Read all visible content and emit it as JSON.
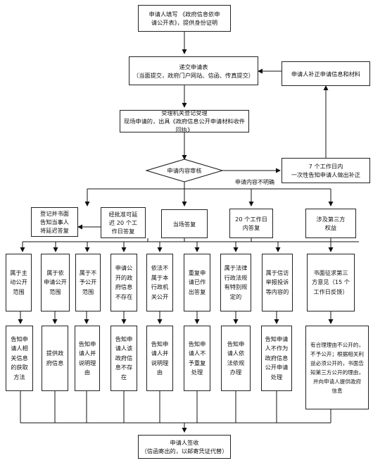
{
  "start": {
    "l1": "申请人填写 《政府信息依申",
    "l2": "请公开表》，提供身份证明"
  },
  "submit": {
    "l1": "递交申请表",
    "l2": "（当面提交，政府门户网站、信函、传真提交）"
  },
  "supplement": {
    "text": "申请人补正申请信息和材料"
  },
  "register": {
    "l1": "受理机关登记受理",
    "l2": "现场申请的，出具《政府信息公开申请材料收件回执》"
  },
  "review": {
    "text": "申请内容审核"
  },
  "seven_days": {
    "l1": "7 个工作日内",
    "l2": "一次性告知申请人做出补正"
  },
  "unclear_label": "申请内容不明确",
  "branches": {
    "notify": {
      "l1": "登记并书面",
      "l2": "告知当事人",
      "l3": "将延迟答复"
    },
    "extend": {
      "l1": "经批准可延",
      "l2": "迟 20 个工",
      "l3": "作日答复"
    },
    "spot": {
      "text": "当场答复"
    },
    "twenty": {
      "l1": "20 个工作日",
      "l2": "内答复"
    },
    "third": {
      "l1": "涉及第三方",
      "l2": "权益"
    }
  },
  "categories": [
    {
      "lines": [
        "属于主",
        "动公开",
        "范围"
      ]
    },
    {
      "lines": [
        "属于依",
        "申请公开",
        "范围"
      ]
    },
    {
      "lines": [
        "属于不",
        "予公开",
        "范围"
      ]
    },
    {
      "lines": [
        "申请公",
        "开的政",
        "府信息",
        "不存在"
      ]
    },
    {
      "lines": [
        "依法不",
        "属于本",
        "行政机",
        "关公开"
      ]
    },
    {
      "lines": [
        "重复申",
        "请已作",
        "出答复"
      ]
    },
    {
      "lines": [
        "属于法律",
        "行政法规",
        "有特别规",
        "定的"
      ]
    },
    {
      "lines": [
        "属于信访",
        "举报投诉",
        "等内容的"
      ]
    },
    {
      "lines": [
        "书面征求第三",
        "方意见（15 个",
        "工作日反馈）"
      ]
    }
  ],
  "responses": [
    {
      "lines": [
        "告知申",
        "请人相",
        "关信息",
        "的获取",
        "方法"
      ]
    },
    {
      "lines": [
        "提供政",
        "府信息"
      ]
    },
    {
      "lines": [
        "告知申",
        "请人并",
        "说明理",
        "由"
      ]
    },
    {
      "lines": [
        "告知申",
        "请人该",
        "政府信",
        "息不存",
        "在"
      ]
    },
    {
      "lines": [
        "告知申",
        "请人并",
        "说明理",
        "由"
      ]
    },
    {
      "lines": [
        "告知申",
        "请人不",
        "予重复",
        "处理"
      ]
    },
    {
      "lines": [
        "告知申",
        "请人依",
        "法依规",
        "办理"
      ]
    },
    {
      "lines": [
        "告知申请",
        "人不作为",
        "政府信息",
        "公开申请",
        "处理"
      ]
    },
    {
      "lines": [
        "有合理理由不公开的，",
        "不予公开；根据相关利",
        "益必须公开的，书面告",
        "知第三方公开的理由，",
        "并向申请人提供政府",
        "信息"
      ]
    }
  ],
  "finish": {
    "l1": "申请人签收",
    "l2": "（信函寄出的，以邮寄凭证代替）"
  }
}
